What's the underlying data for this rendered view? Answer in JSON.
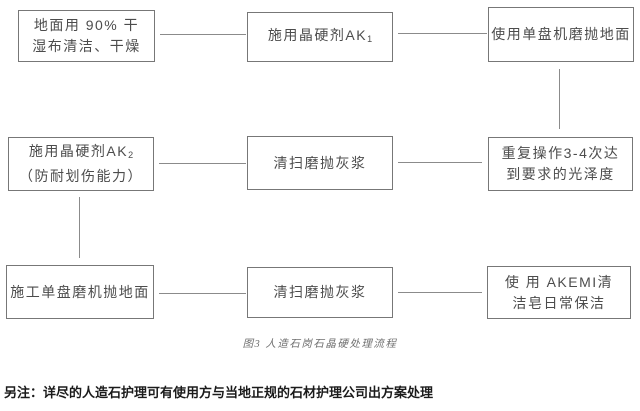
{
  "flowchart": {
    "caption": "图3 人造石岗石晶硬处理流程",
    "nodes": [
      {
        "id": "clean-floor",
        "lines": [
          "地面用 90% 干",
          "湿布清洁、干燥"
        ]
      },
      {
        "id": "apply-hardener-ak1",
        "text": "施用晶硬剂AK",
        "sub": "1"
      },
      {
        "id": "single-disc-polish",
        "lines": [
          "使用单盘机磨抛地面"
        ]
      },
      {
        "id": "apply-hardener-ak2",
        "text": "施用晶硬剂AK",
        "sub": "2",
        "line2": "（防耐划伤能力）"
      },
      {
        "id": "sweep-slurry-1",
        "lines": [
          "清扫磨抛灰浆"
        ]
      },
      {
        "id": "repeat-for-gloss",
        "lines": [
          "重复操作3-4次达",
          "到要求的光泽度"
        ]
      },
      {
        "id": "single-disc-finish",
        "lines": [
          "施工单盘磨机抛地面"
        ]
      },
      {
        "id": "sweep-slurry-2",
        "lines": [
          "清扫磨抛灰浆"
        ]
      },
      {
        "id": "akemi-daily-clean",
        "lines": [
          "使 用 AKEMI清",
          "洁皂日常保洁"
        ]
      }
    ]
  },
  "note": "另注：详尽的人造石护理可有使用方与当地正规的石材护理公司出方案处理",
  "colors": {
    "background": "#ffffff",
    "box_border": "#777777",
    "connector": "#8b8b8b",
    "box_text": "#4c4c4c",
    "caption_text": "#6f6f6f",
    "note_text": "#1b1b1b"
  }
}
